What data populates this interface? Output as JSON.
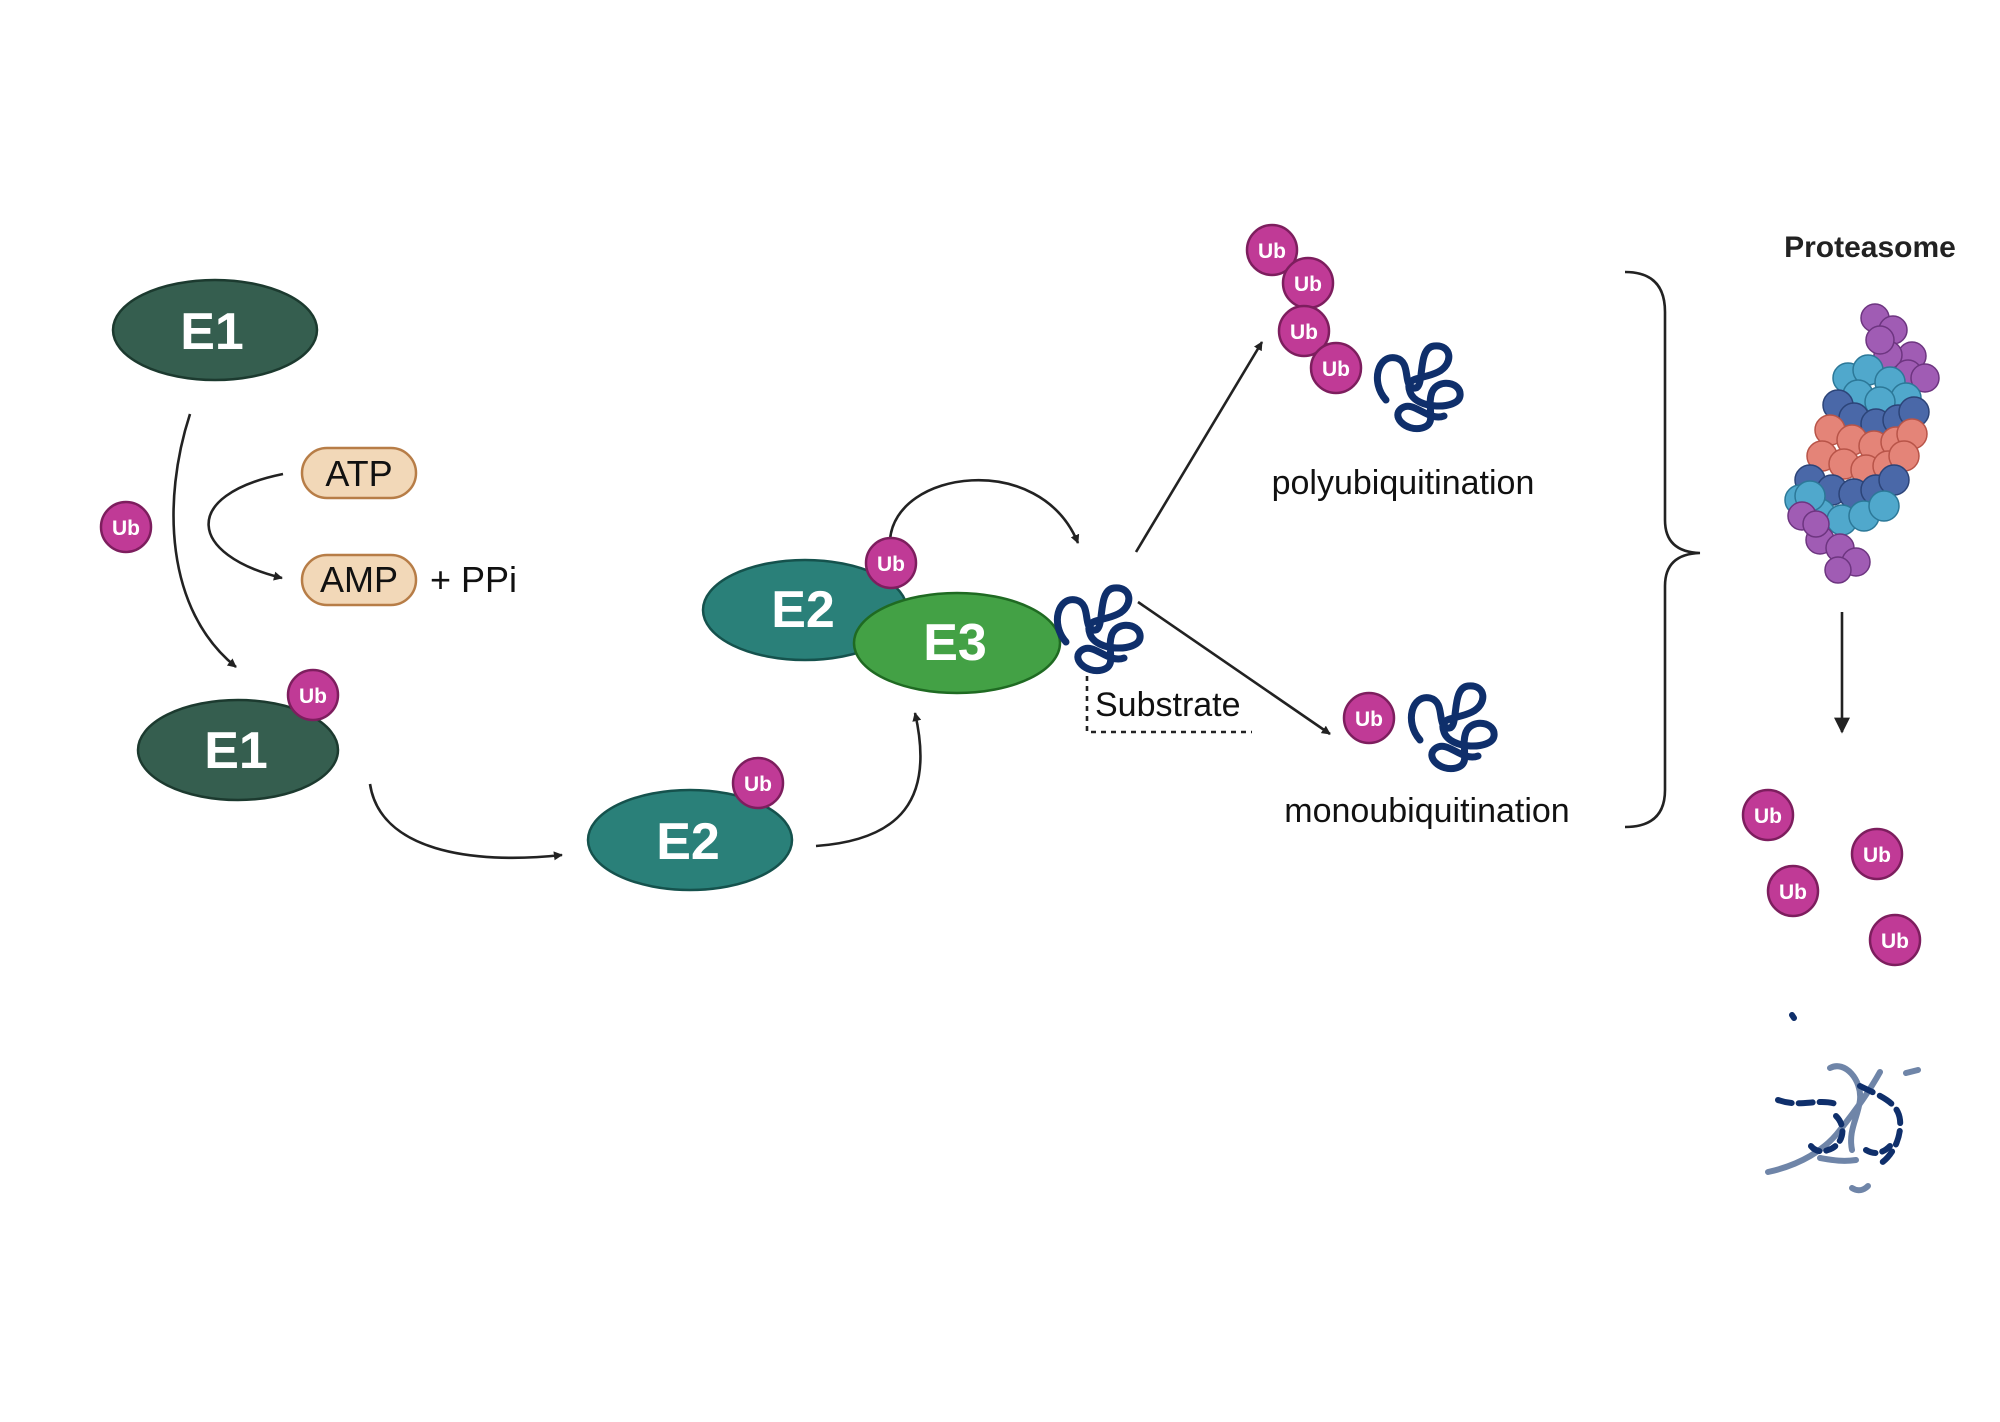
{
  "enzymes": {
    "e1_free": "E1",
    "e1_loaded": "E1",
    "e2_free": "E2",
    "e2_complex": "E2",
    "e3_complex": "E3"
  },
  "molecules": {
    "atp": "ATP",
    "amp": "AMP",
    "ppi": "+ PPi"
  },
  "ubiquitin_label": "Ub",
  "labels": {
    "substrate": "Substrate",
    "polyubiquitination": "polyubiquitination",
    "monoubiquitination": "monoubiquitination",
    "proteasome": "Proteasome"
  },
  "colors": {
    "e1": "#355e4f",
    "e2": "#2a8079",
    "e3": "#43a145",
    "ubiquitin": "#c03a96",
    "molecule_fill": "#f2d8b8",
    "molecule_stroke": "#b77d47",
    "substrate_chain": "#0f2f6b",
    "proteasome_purple": "#a05cb4",
    "proteasome_cyan": "#50a8cc",
    "proteasome_blue": "#4a68a8",
    "proteasome_salmon": "#e48478"
  }
}
